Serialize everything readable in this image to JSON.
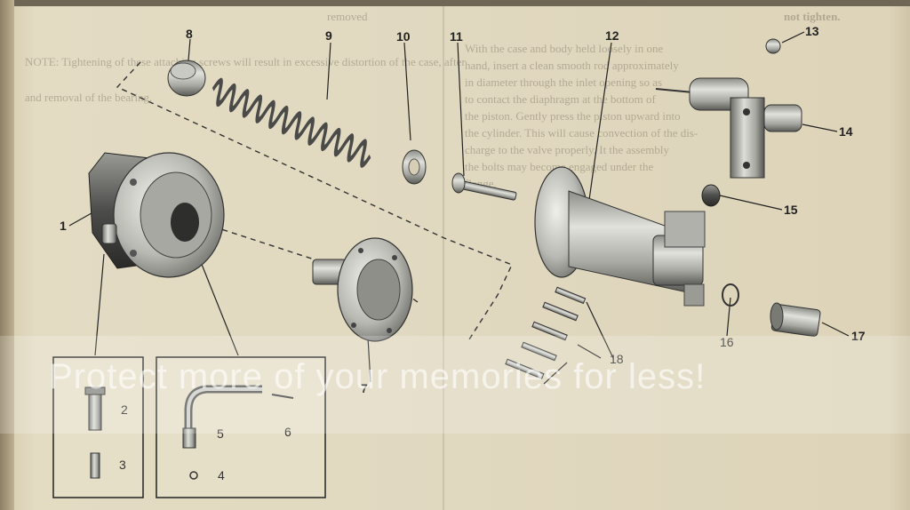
{
  "page": {
    "bleed_text": {
      "top_heading": "not tighten.",
      "top_fragment": "removed",
      "paragraph": [
        "With the case and body held loosely in one",
        "hand, insert a clean smooth rod approximately",
        "in diameter through the inlet opening so as",
        "to contact the diaphragm at the bottom of",
        "the piston. Gently press the piston upward into",
        "the cylinder. This will cause convection of the dis-",
        "charge to the valve properly. It the assembly",
        "the bolts may become engaged under the",
        "flange."
      ],
      "note": "NOTE: Tightening of these attaching screws will result in excessive distortion of the case, after",
      "note_2": "and removal of the bearing."
    },
    "callouts": [
      "1",
      "2",
      "3",
      "4",
      "5",
      "6",
      "7",
      "8",
      "9",
      "10",
      "11",
      "12",
      "13",
      "14",
      "15",
      "16",
      "17",
      "18"
    ],
    "watermark": "Protect more of your memories for less!",
    "colors": {
      "paper": "#e0d8bf",
      "ink": "#222222",
      "metal_light": "#cfcfca",
      "metal_dark": "#4a4a48"
    }
  }
}
